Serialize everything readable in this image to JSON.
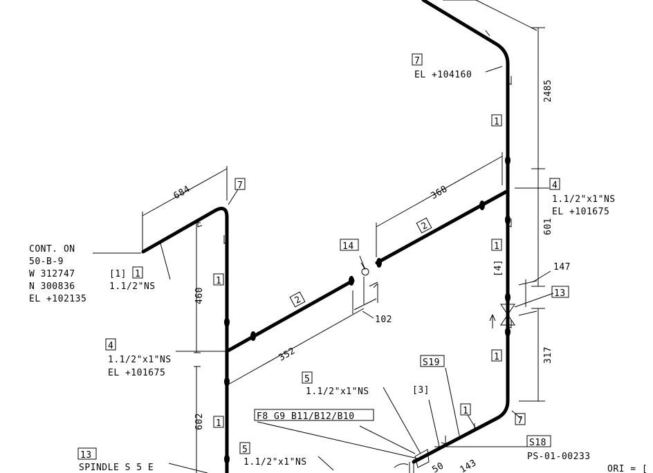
{
  "title": "",
  "tags": {
    "t7_top": "7",
    "el_104160": "EL +104160",
    "t1_vert_a": "1",
    "t4_right": "4",
    "size_right": "1.1/2\"x1\"NS",
    "el_right": "EL +101675",
    "t1_vert_b": "1",
    "t4_bracket_r": "[4]",
    "t13_right": "13",
    "t1_vert_c": "1",
    "t7_left_top": "7",
    "cont": "CONT. ON",
    "dwg": "50-B-9",
    "w": "W 312747",
    "n": "N 300836",
    "el_left": "EL +102135",
    "bracket1": "[1]",
    "t1_left": "1",
    "size_left": "1.1/2\"NS",
    "t1_vert_left": "1",
    "t2_upper": "2",
    "t2_lower": "2",
    "t14": "14",
    "t4_left": "4",
    "size_left2": "1.1/2\"x1\"NS",
    "el_left2": "EL +101675",
    "t5_mid": "5",
    "size_mid": "1.1/2\"x1\"NS",
    "s19": "S19",
    "bracket3": "[3]",
    "t1_bottom": "1",
    "t7_bottom": "7",
    "f8": "F8 G9 B11/B12/B10",
    "s18": "S18",
    "ps": "PS-01-00233",
    "ori": "ORI = [",
    "t13_left": "13",
    "spindle": "SPINDLE S 5 E",
    "t5_bottom": "5",
    "size_bottom": "1.1/2\"x1\"NS",
    "t1_vert_left_b": "1"
  },
  "dims": {
    "d2485": "2485",
    "d684": "684",
    "d368": "368",
    "d601": "601",
    "d147": "147",
    "d460": "460",
    "d102": "102",
    "d352": "352",
    "d317": "317",
    "d602": "602",
    "d50": "50",
    "d143": "143"
  }
}
